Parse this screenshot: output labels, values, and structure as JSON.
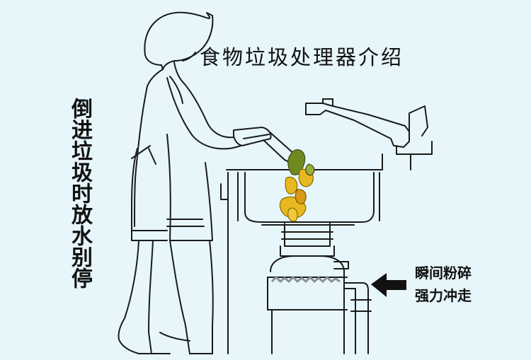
{
  "title": "食物垃圾处理器介绍",
  "side_note": "倒进垃圾时放水别停",
  "callout": {
    "line1": "瞬间粉碎",
    "line2": "强力冲走"
  },
  "colors": {
    "background": "#e6f6fb",
    "line": "#1a1a1a",
    "food_yellow": "#e8b820",
    "food_green": "#6f8a1e",
    "arrow": "#111111"
  }
}
